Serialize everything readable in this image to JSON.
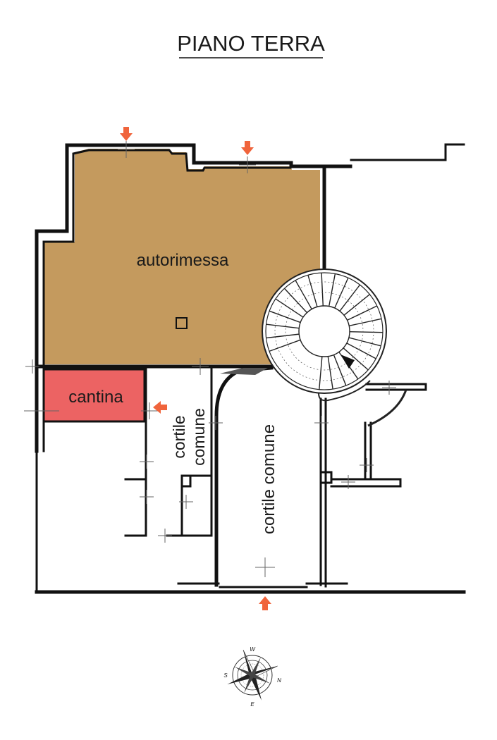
{
  "title": "PIANO TERRA",
  "rooms": {
    "garage": {
      "label": "autorimessa",
      "color": "#c49a5e"
    },
    "cellar": {
      "label": "cantina",
      "color": "#ec6363"
    },
    "courtyard_small": {
      "line1": "cortile",
      "line2": "comune"
    },
    "courtyard_main": {
      "label": "cortile comune"
    }
  },
  "compass": {
    "n": "N",
    "s": "S",
    "e": "E",
    "w": "W"
  },
  "colors": {
    "arrow": "#f0643c",
    "wall": "#111111"
  }
}
